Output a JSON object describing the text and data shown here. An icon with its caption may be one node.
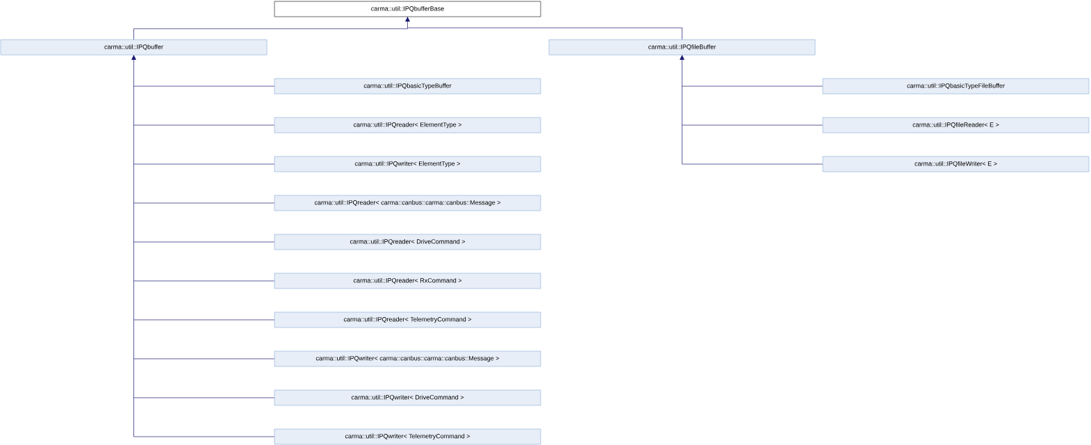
{
  "diagram": {
    "nodes": [
      {
        "text": [
          "carma::util::IPQbufferBase"
        ]
      },
      {
        "text": [
          "carma::util::IPQbuffer"
        ]
      },
      {
        "text": [
          "carma::util::IPQfileBuffer"
        ]
      },
      {
        "text": [
          "carma::util::IPQbasicTypeBuffer"
        ]
      },
      {
        "text": [
          "carma::util::IPQreader< ElementType >"
        ]
      },
      {
        "text": [
          "carma::util::IPQwriter< ElementType >"
        ]
      },
      {
        "text": [
          "carma::util::IPQreader< carma::canbus::carma::canbus::Message >"
        ]
      },
      {
        "text": [
          "carma::util::IPQreader< DriveCommand >"
        ]
      },
      {
        "text": [
          "carma::util::IPQreader< RxCommand >"
        ]
      },
      {
        "text": [
          "carma::util::IPQreader< TelemetryCommand >"
        ]
      },
      {
        "text": [
          "carma::util::IPQwriter< carma::canbus::carma::canbus::Message >"
        ]
      },
      {
        "text": [
          "carma::util::IPQwriter< DriveCommand >"
        ]
      },
      {
        "text": [
          "carma::util::IPQwriter< TelemetryCommand >"
        ]
      },
      {
        "text": [
          "carma::util::IPQbasicTypeFileBuffer"
        ]
      },
      {
        "text": [
          "carma::util::IPQfileReader< E >"
        ]
      },
      {
        "text": [
          "carma::util::IPQfileWriter< E >"
        ]
      }
    ],
    "edges": [
      {
        "from": 1,
        "to": 0,
        "arrow": "to"
      },
      {
        "from": 2,
        "to": 0,
        "arrow": "to"
      },
      {
        "from": 3,
        "to": 1,
        "arrow": "to"
      },
      {
        "from": 4,
        "to": 1,
        "arrow": "to"
      },
      {
        "from": 5,
        "to": 1,
        "arrow": "to"
      },
      {
        "from": 6,
        "to": 1,
        "arrow": "to"
      },
      {
        "from": 7,
        "to": 1,
        "arrow": "to"
      },
      {
        "from": 8,
        "to": 1,
        "arrow": "to"
      },
      {
        "from": 9,
        "to": 1,
        "arrow": "to"
      },
      {
        "from": 10,
        "to": 1,
        "arrow": "to"
      },
      {
        "from": 11,
        "to": 1,
        "arrow": "to"
      },
      {
        "from": 12,
        "to": 1,
        "arrow": "to"
      },
      {
        "from": 13,
        "to": 2,
        "arrow": "to"
      },
      {
        "from": 14,
        "to": 2,
        "arrow": "to"
      },
      {
        "from": 15,
        "to": 2,
        "arrow": "to"
      }
    ]
  }
}
